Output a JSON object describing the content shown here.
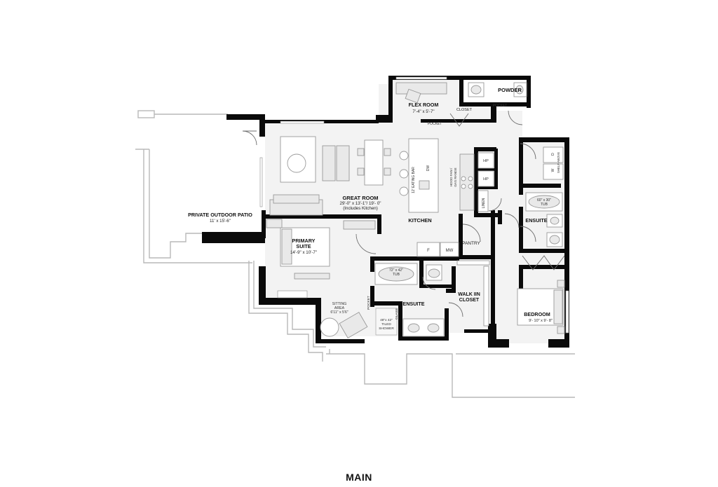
{
  "plan_title": "MAIN",
  "rooms": {
    "powder": "POWDER",
    "flex": {
      "name": "FLEX ROOM",
      "dims": "7'-4\" x 5'-7\""
    },
    "closet": "CLOSET",
    "great": {
      "name": "GREAT ROOM",
      "dims": "29'-0\" x 13'-1\"/ 19'- 0\"",
      "note": "(Includes Kitchen)"
    },
    "kitchen": "KITCHEN",
    "patio": {
      "name": "PRIVATE OUTDOOR PATIO",
      "dims": "11' x 15'-6\""
    },
    "primary": {
      "name1": "PRIMARY",
      "name2": "SUITE",
      "dims": "14'-9\" x 10'-7\""
    },
    "pantry": "PANTRY",
    "ensuite_primary": "ENSUITE",
    "ensuite_secondary": "ENSUITE",
    "walkin": {
      "line1": "WALK IIN",
      "line2": "CLOSET"
    },
    "bedroom": {
      "name": "BEDROOM",
      "dims": "9'- 10\" x 9'- 8\""
    },
    "sitting": {
      "line1": "SITTING",
      "line2": "AREA",
      "dims": "6'11\" x 5'6\""
    }
  },
  "labels": {
    "pocket_top": "POCKET",
    "pocket_mid": "POCKET",
    "pocket_ens": "POCKET",
    "eating_bar": "12' EATING BAR",
    "dw": "DW",
    "hood_fan": "HOOD FAN /",
    "gas_range": "GAS RANGE",
    "hp1": "HP",
    "hp2": "HP",
    "linen": "LINEN",
    "f": "F",
    "mw": "MW",
    "tub_primary": {
      "dims": "72\" x 42\"",
      "word": "TUB"
    },
    "tub_second": {
      "dims": "60\" x 30\"",
      "word": "TUB"
    },
    "shower": {
      "dims": "48\"x 42\"",
      "line2": "TILED",
      "line3": "SHOWER"
    },
    "glass": "GLASS",
    "w": "W",
    "d": "D",
    "shelf_above": "SHELF ABOVE"
  }
}
